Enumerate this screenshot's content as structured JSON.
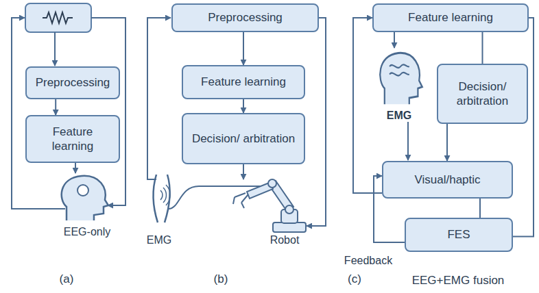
{
  "diagram": {
    "nodes": [
      {
        "text": [
          "Preprocessing"
        ]
      },
      {
        "text": [
          "Feature learning"
        ]
      },
      {
        "text": [
          "Preprocessing"
        ]
      },
      {
        "text": [
          "Feature learning"
        ]
      },
      {
        "text": [
          "Decision/ arbitration"
        ]
      },
      {
        "text": [
          "Feature learning"
        ]
      },
      {
        "text": [
          "Decision/ arbitration"
        ]
      },
      {
        "text": [
          "Visual/haptic"
        ]
      },
      {
        "text": [
          "FES"
        ]
      }
    ],
    "edges": [
      {
        "from": 0,
        "to": 1,
        "arrow": "to"
      },
      {
        "from": 2,
        "to": 3,
        "arrow": "to"
      },
      {
        "from": 3,
        "to": 4,
        "arrow": "to"
      },
      {
        "from": 5,
        "to": 6,
        "arrow": "none"
      },
      {
        "from": 6,
        "to": 7,
        "arrow": "to"
      },
      {
        "from": 7,
        "to": 8,
        "arrow": "none"
      },
      {
        "from": 8,
        "to": 7,
        "arrow": "to"
      },
      {
        "from": 7,
        "to": 5,
        "arrow": "to"
      },
      {
        "from": 5,
        "to": 8,
        "arrow": "none"
      }
    ],
    "labels": [
      "EEG-only",
      "(a)",
      "EMG",
      "Robot",
      "(b)",
      "EMG",
      "Feedback",
      "(c)",
      "EEG+EMG fusion"
    ]
  }
}
